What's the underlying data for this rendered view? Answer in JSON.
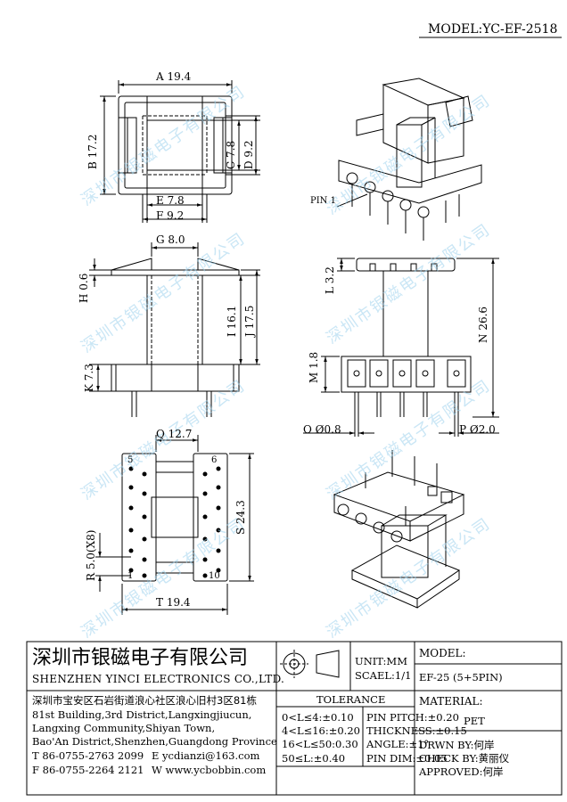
{
  "model_header": "MODEL:YC-EF-2518",
  "watermark": "深圳市银磁电子有限公司",
  "views": {
    "top": {
      "A": "A 19.4",
      "B": "B 17.2",
      "C": "C 7.8",
      "D": "D 9.2",
      "E": "E 7.8",
      "F": "F 9.2"
    },
    "iso_top": {
      "pin1": "PIN 1"
    },
    "front": {
      "G": "G 8.0",
      "H": "H 0.6",
      "I": "I 16.1",
      "J": "J 17.5",
      "K": "K 7.3"
    },
    "side": {
      "L": "L 3.2",
      "M": "M 1.8",
      "N": "N 26.6",
      "O": "O Ø0.8",
      "P": "P Ø2.0"
    },
    "bottom": {
      "Q": "Q 12.7",
      "R": "R 5.0(X8)",
      "S": "S 24.3",
      "T": "T 19.4",
      "pin5": "5",
      "pin6": "6",
      "pin1": "1",
      "pin10": "10"
    }
  },
  "title_block": {
    "company_cn": "深圳市银磁电子有限公司",
    "company_en": "SHENZHEN YINCI ELECTRONICS CO.,LTD.",
    "unit": "UNIT:MM",
    "scale": "SCAEL:1/1",
    "model_label": "MODEL:",
    "model_value": "EF-25 (5+5PIN)",
    "address_cn": "深圳市宝安区石岩街道浪心社区浪心旧村3区81栋",
    "address_en": [
      "81st Building,3rd District,Langxingjiucun,",
      "Langxing Community,Shiyan Town,",
      "Bao'An District,Shenzhen,Guangdong Province"
    ],
    "tel": "T 86-0755-2763 2099",
    "email": "E ycdianzi@163.com",
    "fax": "F 86-0755-2264 2121",
    "web": "W www.ycbobbin.com",
    "tolerance_title": "TOLERANCE",
    "tolerances": [
      "0<L≤4:±0.10",
      "4<L≤16:±0.20",
      "16<L≤50:0.30",
      "50≤L:±0.40"
    ],
    "pin_specs": [
      "PIN PITCH:±0.20",
      "THICKNESS:±0.15",
      "ANGLE:±1°",
      "PIN DIM:±0.05"
    ],
    "material_label": "MATERIAL:",
    "material_value": "PET",
    "drawn": "DRWN BY:何岸",
    "check": "CHECK BY:黄丽仪",
    "approved": "APPROVED:何岸"
  }
}
